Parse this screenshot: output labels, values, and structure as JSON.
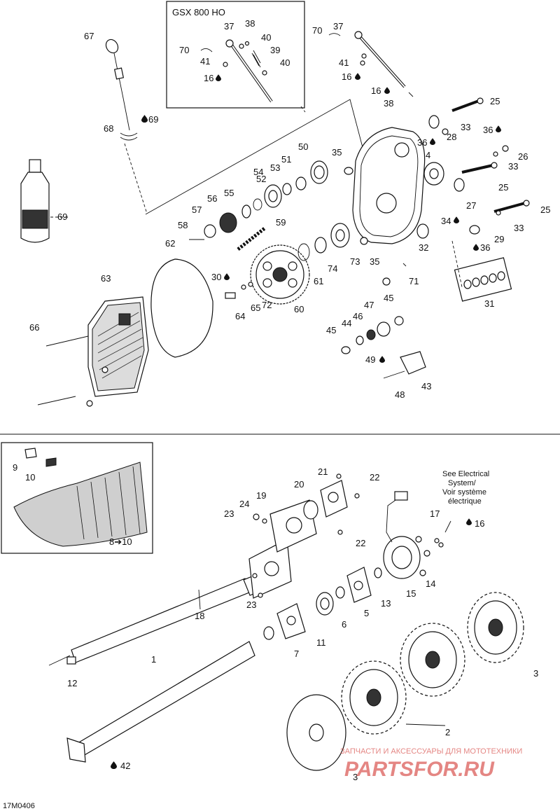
{
  "inset_top": {
    "title": "GSX 800 HO"
  },
  "notes": {
    "electrical_line1": "See Electrical",
    "electrical_line2": "System/",
    "electrical_line3": "Voir système",
    "electrical_line4": "électrique"
  },
  "figure_code": "17M0406",
  "watermark": {
    "small": "ЗАПЧАСТИ И АКСЕССУАРЫ ДЛЯ МОТОТЕХНИКИ",
    "big": "PARTSFOR.RU"
  },
  "callouts": {
    "c1": "1",
    "c2": "2",
    "c3a": "3",
    "c3b": "3",
    "c4": "4",
    "c5": "5",
    "c6": "6",
    "c7": "7",
    "c8_10": "8",
    "c9": "9",
    "c10": "10",
    "c11": "11",
    "c12": "12",
    "c13": "13",
    "c14": "14",
    "c15": "15",
    "c16a": "16",
    "c16b": "16",
    "c16c": "16",
    "c17": "17",
    "c18": "18",
    "c19": "19",
    "c20": "20",
    "c21": "21",
    "c22a": "22",
    "c22b": "22",
    "c23a": "23",
    "c23b": "23",
    "c24": "24",
    "c25a": "25",
    "c25b": "25",
    "c25c": "25",
    "c26": "26",
    "c27": "27",
    "c28": "28",
    "c29": "29",
    "c30": "30",
    "c31": "31",
    "c32": "32",
    "c33a": "33",
    "c33b": "33",
    "c33c": "33",
    "c34": "34",
    "c35a": "35",
    "c35b": "35",
    "c36a": "36",
    "c36b": "36",
    "c36c": "36",
    "c37a": "37",
    "c37b": "37",
    "c38a": "38",
    "c38b": "38",
    "c39": "39",
    "c40a": "40",
    "c40b": "40",
    "c41a": "41",
    "c41b": "41",
    "c42": "42",
    "c43": "43",
    "c44": "44",
    "c45a": "45",
    "c45b": "45",
    "c46": "46",
    "c47": "47",
    "c48": "48",
    "c49": "49",
    "c50": "50",
    "c51": "51",
    "c52": "52",
    "c53": "53",
    "c54": "54",
    "c55": "55",
    "c56": "56",
    "c57": "57",
    "c58": "58",
    "c59": "59",
    "c60": "60",
    "c61": "61",
    "c62": "62",
    "c63": "63",
    "c64": "64",
    "c65": "65",
    "c66": "66",
    "c67": "67",
    "c68": "68",
    "c69a": "69",
    "c69b": "69",
    "c70a": "70",
    "c70b": "70",
    "c71": "71",
    "c72": "72",
    "c73": "73",
    "c74": "74",
    "arrow8_10": "8➔10"
  },
  "icons": {
    "drop": "oil-drop-icon",
    "arrow": "right-arrow-icon"
  }
}
